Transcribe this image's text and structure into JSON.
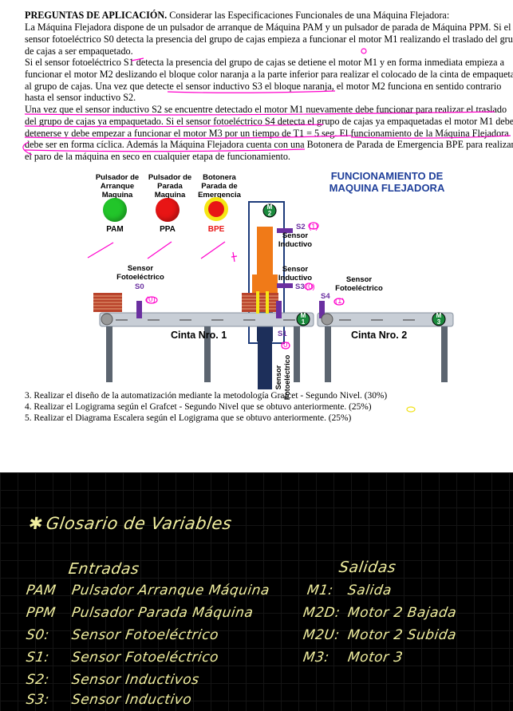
{
  "doc": {
    "heading_bold": "PREGUNTAS DE APLICACIÓN.",
    "heading_rest": " Considerar las Especificaciones Funcionales de una Máquina Flejadora:",
    "p1_lines": [
      "La Máquina Flejadora dispone de un pulsador de arranque de Máquina PAM y un pulsador de parada de Máquina PPM. Si el",
      "sensor fotoeléctrico S0 detecta la presencia del grupo de cajas empieza a funcionar el motor M1 realizando el traslado del grupo",
      "de cajas a ser empaquetado."
    ],
    "p2_lines": [
      "Si el sensor fotoeléctrico S1 detecta la presencia del grupo de cajas se detiene el motor M1 y en forma inmediata empieza a",
      "funcionar el motor M2 deslizando el bloque color naranja a la parte inferior para realizar el colocado de la cinta de empaquetado",
      "al grupo de cajas. Una vez que detecte el sensor inductivo S3 el bloque naranja, el motor M2 funciona en sentido contrario",
      "hasta el sensor inductivo S2."
    ],
    "p3_lines": [
      "Una vez que el sensor inductivo S2 se encuentre detectado el motor M1 nuevamente debe funcionar para realizar el traslado",
      "del grupo de cajas ya empaquetado. Si el sensor fotoeléctrico S4 detecta el grupo de cajas ya empaquetadas el motor M1 debe",
      "detenerse y debe empezar a funcionar  el motor M3  por un tiempo de T1 = 5 seg. El funcionamiento de la Máquina Flejadora",
      "debe ser en forma cíclica. Además la Máquina Flejadora cuenta con una Botonera de Parada de Emergencia BPE para realizar",
      "el paro de la máquina en seco en cualquier etapa de funcionamiento."
    ],
    "questions": [
      "3. Realizar el diseño de la automatización mediante la metodología Grafcet - Segundo Nivel. (30%)",
      "4. Realizar el Logigrama según el Grafcet - Segundo Nivel que se obtuvo anteriormente. (25%)",
      "5. Realizar el Diagrama Escalera según el Logigrama que se obtuvo anteriormente. (25%)"
    ]
  },
  "diagram": {
    "title_line1": "FUNCIONAMIENTO DE",
    "title_line2": "MAQUINA FLEJADORA",
    "title_color": "#1f3f9a",
    "buttons": [
      {
        "label": "Pulsador de\nArranque\nMaquina",
        "tag": "PAM",
        "color": "#22c52a",
        "tag_color": "#000"
      },
      {
        "label": "Pulsador de\nParada\nMaquina",
        "tag": "PPA",
        "color": "#e81515",
        "tag_color": "#000"
      },
      {
        "label": "Botonera\nParada de\nEmergencia",
        "tag": "BPE",
        "color": "#e81515",
        "tag_color": "#e81515"
      }
    ],
    "sensor_s0_title": "Sensor\nFotoeléctrico",
    "sensor_s0_tag": "S0",
    "sensor_s2_tag": "S2",
    "sensor_s2_title": "Sensor\nInductivo",
    "sensor_s3_title": "Sensor\nInductivo",
    "sensor_s3_tag": "S3",
    "sensor_s4_title": "Sensor\nFotoeléctrico",
    "sensor_s4_tag": "S4",
    "sensor_s1_tag": "S1",
    "sensor_s1_title": "Sensor\nFotoeléctrico",
    "belt1_label": "Cinta Nro. 1",
    "belt2_label": "Cinta Nro. 2",
    "motor_m1": "M\n1",
    "motor_m2": "M\n2",
    "motor_m3": "M\n3",
    "annotations": {
      "s2_note": "(1)",
      "s3_note": "(0)",
      "s4_note": "(1)",
      "s0_note": "(0)",
      "s1_note": "(0)"
    }
  },
  "notes": {
    "title": "Glosario de Variables",
    "col_inputs": "Entradas",
    "col_outputs": "Salidas",
    "inputs": [
      {
        "var": "PAM",
        "desc": "Pulsador Arranque Máquina"
      },
      {
        "var": "PPM",
        "desc": "Pulsador Parada Máquina"
      },
      {
        "var": "S0:",
        "desc": "Sensor Fotoeléctrico"
      },
      {
        "var": "S1:",
        "desc": "Sensor Fotoeléctrico"
      },
      {
        "var": "S2:",
        "desc": "Sensor Inductivos"
      },
      {
        "var": "S3:",
        "desc": "Sensor Inductivo"
      }
    ],
    "outputs": [
      {
        "var": "M1:",
        "desc": "Salida"
      },
      {
        "var": "M2D:",
        "desc": "Motor 2 Bajada"
      },
      {
        "var": "M2U:",
        "desc": "Motor 2 Subida"
      },
      {
        "var": "M3:",
        "desc": "Motor 3"
      }
    ]
  }
}
